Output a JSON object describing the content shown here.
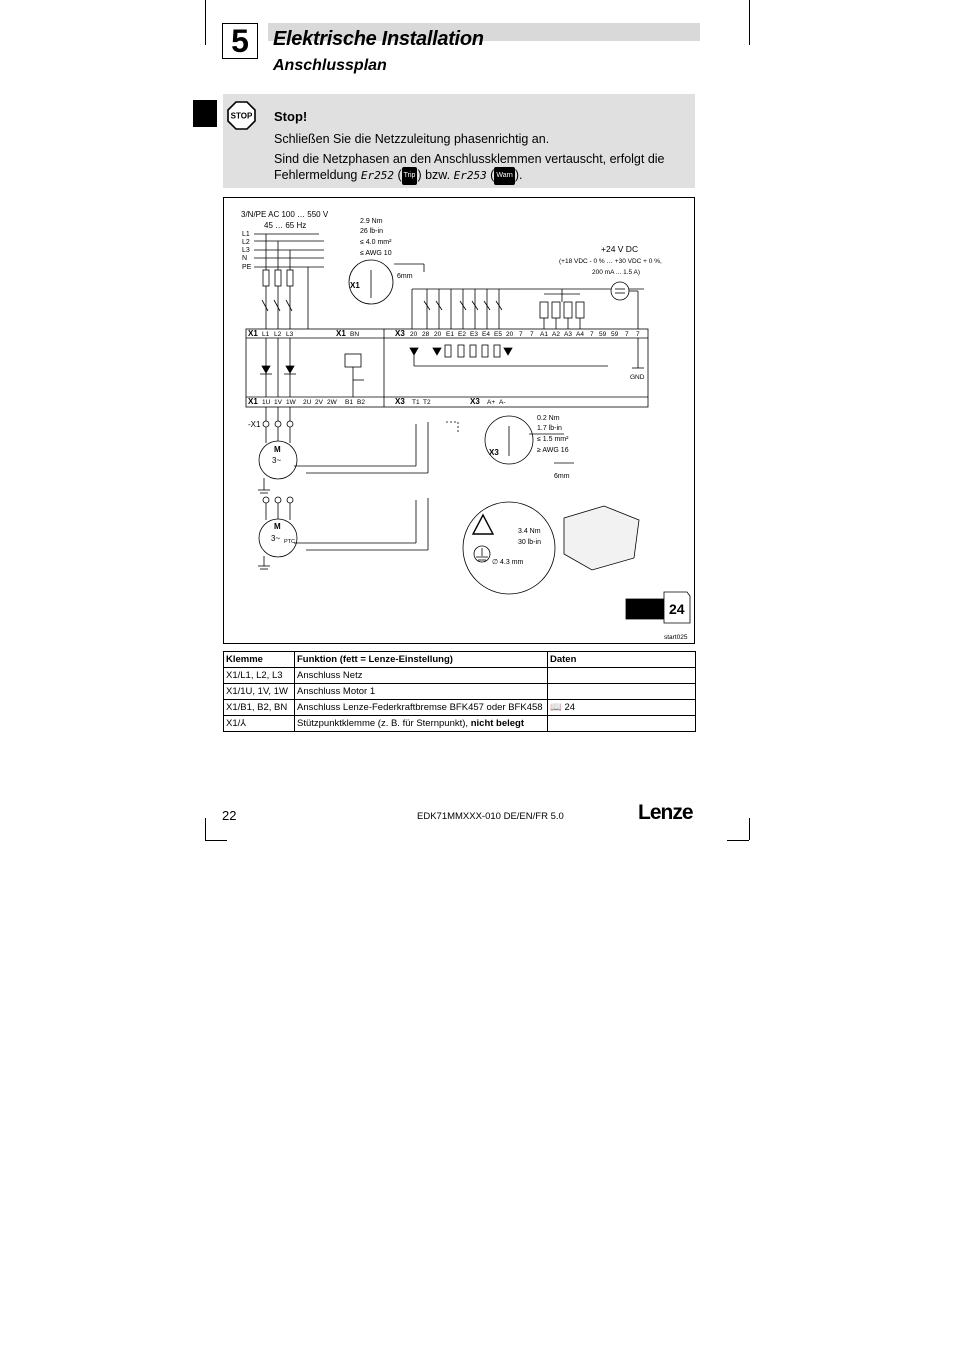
{
  "header": {
    "chapter_number": "5",
    "title": "Elektrische Installation",
    "subtitle": "Anschlussplan"
  },
  "stop": {
    "icon_text": "STOP",
    "heading": "Stop!",
    "line1": "Schließen Sie die Netzzuleitung phasenrichtig an.",
    "line2": "Sind die Netzphasen an den Anschlussklemmen vertauscht, erfolgt die",
    "line3_prefix": "Fehlermeldung",
    "code1": "Er252",
    "badge1": "Trip",
    "mid": "bzw.",
    "code2": "Er253",
    "badge2": "Warn"
  },
  "diagram": {
    "supply_line1": "3/N/PE AC 100 … 550 V",
    "supply_line2": "45 … 65 Hz",
    "phases": [
      "L1",
      "L2",
      "L3",
      "N",
      "PE"
    ],
    "torque_x1": [
      "2.9 Nm",
      "26 lb-in",
      "≤ 4.0 mm²",
      "≤ AWG 10"
    ],
    "strip_x1": "6mm",
    "x1_label": "X1",
    "dc_title": "+24 V DC",
    "dc_line2": "(+18 VDC - 0 % … +30 VDC + 0 %,",
    "dc_line3": "200 mA ... 1.5 A)",
    "x1_terms": [
      "L1",
      "L2",
      "L3"
    ],
    "bn_term": "BN",
    "x3_top_terms": [
      "20",
      "28",
      "20",
      "E1",
      "E2",
      "E3",
      "E4",
      "E5",
      "20",
      "7",
      "7",
      "A1",
      "A2",
      "A3",
      "A4",
      "7",
      "59",
      "59",
      "7",
      "7"
    ],
    "x1_bottom_terms": [
      "1U",
      "1V",
      "1W"
    ],
    "motor_terms": [
      "2U",
      "2V",
      "2W"
    ],
    "brake_terms": [
      "B1",
      "B2"
    ],
    "x3_bottom_terms": [
      "T1",
      "T2"
    ],
    "x3_analog_terms": [
      "A+",
      "A-"
    ],
    "gnd": "GND",
    "minus_x1": "-X1",
    "motor_m": "M",
    "motor_3": "3~",
    "ptc": "PTC",
    "torque_x3": [
      "0.2 Nm",
      "1.7 lb-in",
      "≤ 1.5 mm²",
      "≥ AWG 16"
    ],
    "strip_x3": "6mm",
    "x3_label": "X3",
    "pe_torque": [
      "3.4 Nm",
      "30 lb-in"
    ],
    "pe_diameter": "∅ 4.3 mm",
    "page_ref": "24",
    "figure_id": "start025"
  },
  "table": {
    "headers": [
      "Klemme",
      "Funktion (fett = Lenze-Einstellung)",
      "Daten"
    ],
    "rows": [
      {
        "klemme": "X1/L1, L2, L3",
        "funktion": "Anschluss Netz",
        "funktion_bold": "",
        "daten": ""
      },
      {
        "klemme": "X1/1U, 1V, 1W",
        "funktion": "Anschluss Motor 1",
        "funktion_bold": "",
        "daten": ""
      },
      {
        "klemme": "X1/B1, B2, BN",
        "funktion": "Anschluss Lenze-Federkraftbremse BFK457 oder BFK458",
        "funktion_bold": "",
        "daten": "24"
      },
      {
        "klemme": "X1/⅄",
        "funktion": "Stützpunktklemme (z. B. für Sternpunkt),",
        "funktion_bold": "nicht belegt",
        "daten": ""
      }
    ]
  },
  "footer": {
    "page": "22",
    "doc_code": "EDK71MMXXX-010 DE/EN/FR 5.0",
    "brand": "Lenze"
  }
}
